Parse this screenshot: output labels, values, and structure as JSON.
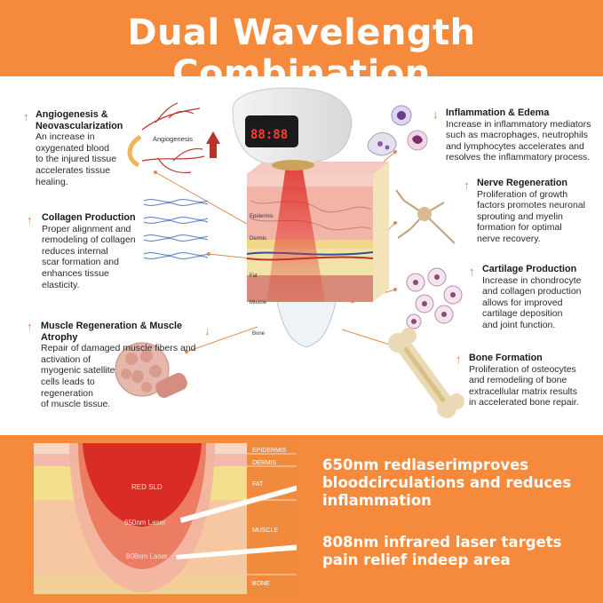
{
  "header": {
    "title": "Dual Wavelength Combination"
  },
  "device": {
    "display": "88:88"
  },
  "vessel_label": "Angiogenesis",
  "skin_labels": {
    "epidermis": "Epidermis",
    "dermis": "Dermis",
    "fat": "Fat",
    "muscle": "Muscle",
    "bone": "Bone"
  },
  "left_items": [
    {
      "title_line1": "Angiogenesis &",
      "title_line2": "Neovascularization",
      "body": [
        "An increase in",
        "oxygenated blood",
        "to the injured tissue",
        "accelerates tissue",
        "healing."
      ]
    },
    {
      "title_line1": "Collagen Production",
      "body": [
        "Proper alignment and",
        "remodeling of collagen",
        "reduces internal",
        "scar formation and",
        "enhances tissue",
        "elasticity."
      ]
    },
    {
      "title_line1": "Muscle Regeneration & Muscle Atrophy",
      "body": [
        "Repair of damaged muscle fibers and",
        "activation of",
        "myogenic satellite",
        "cells leads to",
        "regeneration",
        "of muscle tissue."
      ]
    }
  ],
  "right_items": [
    {
      "title": "Inflammation & Edema",
      "body": [
        "Increase in inflammatory mediators",
        "such as macrophages, neutrophils",
        "and lymphocytes accelerates and",
        "resolves the inflammatory process."
      ]
    },
    {
      "title": "Nerve Regeneration",
      "body": [
        "Proliferation of growth",
        "factors promotes neuronal",
        "sprouting and myelin",
        "formation for optimal",
        "nerve recovery."
      ]
    },
    {
      "title": "Cartilage Production",
      "body": [
        "Increase in chondrocyte",
        "and collagen production",
        "allows for improved",
        "cartilage deposition",
        "and joint function."
      ]
    },
    {
      "title": "Bone Formation",
      "body": [
        "Proliferation of osteocytes",
        "and remodeling of bone",
        "extracellular matrix results",
        "in accelerated bone repair."
      ]
    }
  ],
  "layers": {
    "epidermis": "EPIDERMIS",
    "dermis": "DERMIS",
    "fat": "FAT",
    "muscle": "MUSCLE",
    "bone": "BONE",
    "red_sld": "RED SLD",
    "laser_650": "650nm Laser",
    "laser_808": "808nm Laser"
  },
  "bottom_text": {
    "line_650": [
      "650nm redlaserimproves",
      "bloodcirculations and reduces",
      "inflammation"
    ],
    "line_808": [
      "808nm infrared laser targets",
      "pain relief indeep area"
    ]
  },
  "colors": {
    "accent": "#f68a3c",
    "arrow": "#e27a3a",
    "laser_red": "#e0322c"
  }
}
